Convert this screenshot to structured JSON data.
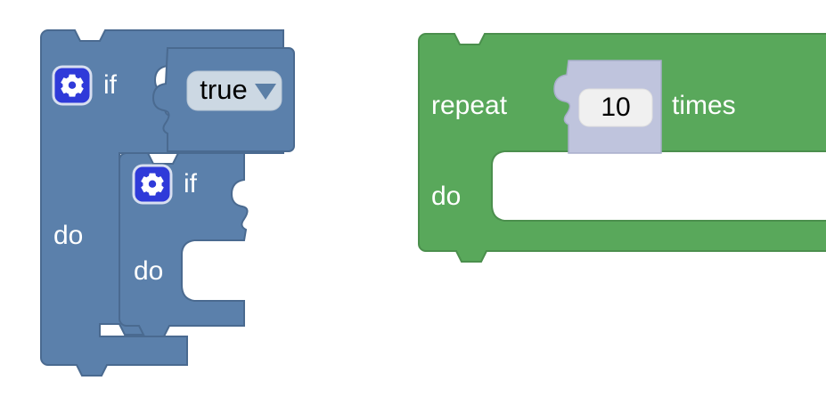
{
  "workspace": {
    "background_color": "#ffffff",
    "name": "blockly-workspace"
  },
  "palette": {
    "logic_blue": "#5b80ab",
    "logic_blue_stroke": "#4a6a90",
    "loop_green": "#59a85b",
    "loop_green_stroke": "#4b8f4d",
    "math_lavender": "#bfc4dd",
    "math_lavender_stroke": "#a9aecb",
    "dropdown_field_bg": "#ccd8e3",
    "number_field_bg": "#f0f0f0",
    "mutator_button_bg": "#2f3ad9",
    "mutator_icon_color": "#ffffff",
    "label_text_color": "#ffffff",
    "field_text_color": "#000000",
    "dropdown_arrow_color": "#5b7fa6"
  },
  "blocks": [
    {
      "id": "controls_if_outer",
      "type": "controls_if",
      "color": "#5b80ab",
      "mutator_icon": "gear-icon",
      "labels": {
        "condition_label": "if",
        "statement_label": "do"
      },
      "inputs": {
        "condition_socket_filled": true,
        "statement_socket_filled": true
      }
    },
    {
      "id": "logic_boolean_true",
      "type": "logic_boolean",
      "color": "#5b80ab",
      "field": {
        "kind": "dropdown",
        "value": "true",
        "arrow": "chevron-down-icon",
        "options": [
          "true",
          "false"
        ]
      }
    },
    {
      "id": "controls_if_inner",
      "type": "controls_if",
      "color": "#5b80ab",
      "mutator_icon": "gear-icon",
      "labels": {
        "condition_label": "if",
        "statement_label": "do"
      },
      "inputs": {
        "condition_socket_filled": false,
        "statement_socket_filled": false
      }
    },
    {
      "id": "controls_repeat_ext",
      "type": "controls_repeat_ext",
      "color": "#59a85b",
      "labels": {
        "prefix_label": "repeat",
        "suffix_label": "times",
        "statement_label": "do"
      },
      "inputs": {
        "times_socket_filled": true,
        "statement_socket_filled": false
      }
    },
    {
      "id": "math_number_10",
      "type": "math_number",
      "color": "#bfc4dd",
      "field": {
        "kind": "number",
        "value": "10"
      }
    }
  ]
}
